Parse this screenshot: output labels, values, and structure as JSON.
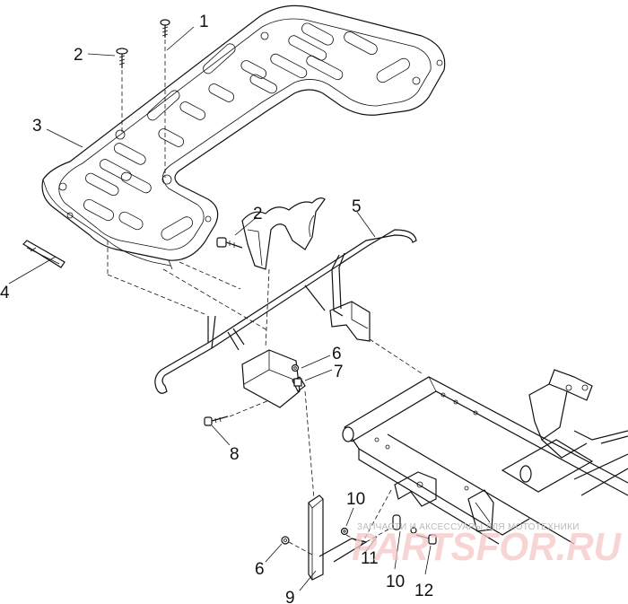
{
  "callouts": {
    "c1": "1",
    "c2_top": "2",
    "c2_mid": "2",
    "c3": "3",
    "c4": "4",
    "c5": "5",
    "c6_upper": "6",
    "c6_lower": "6",
    "c7": "7",
    "c8": "8",
    "c9": "9",
    "c10_upper": "10",
    "c10_lower": "10",
    "c11": "11",
    "c12": "12"
  },
  "watermark": {
    "tagline": "ЗАПЧАСТИ И АКСЕССУАРЫ ДЛЯ МОТОТЕХНИКИ",
    "logo": "PARTSFOR.RU"
  },
  "colors": {
    "line": "#111111",
    "watermark_logo": "#f4c7c7",
    "watermark_text": "#b9b9b9"
  }
}
